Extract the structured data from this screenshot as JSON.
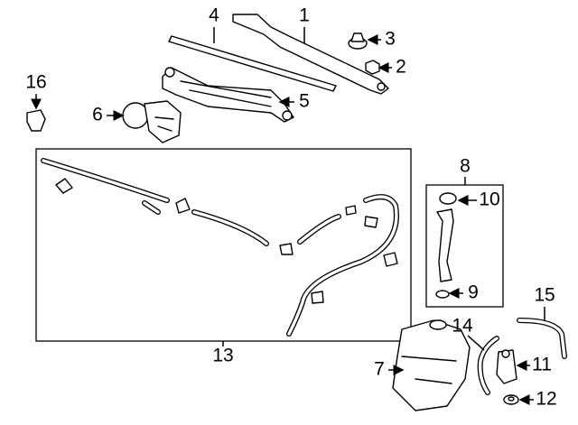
{
  "title": "Windshield wiper and washer components",
  "callouts": {
    "c1": "1",
    "c2": "2",
    "c3": "3",
    "c4": "4",
    "c5": "5",
    "c6": "6",
    "c7": "7",
    "c8": "8",
    "c9": "9",
    "c10": "10",
    "c11": "11",
    "c12": "12",
    "c13": "13",
    "c14": "14",
    "c15": "15",
    "c16": "16"
  }
}
